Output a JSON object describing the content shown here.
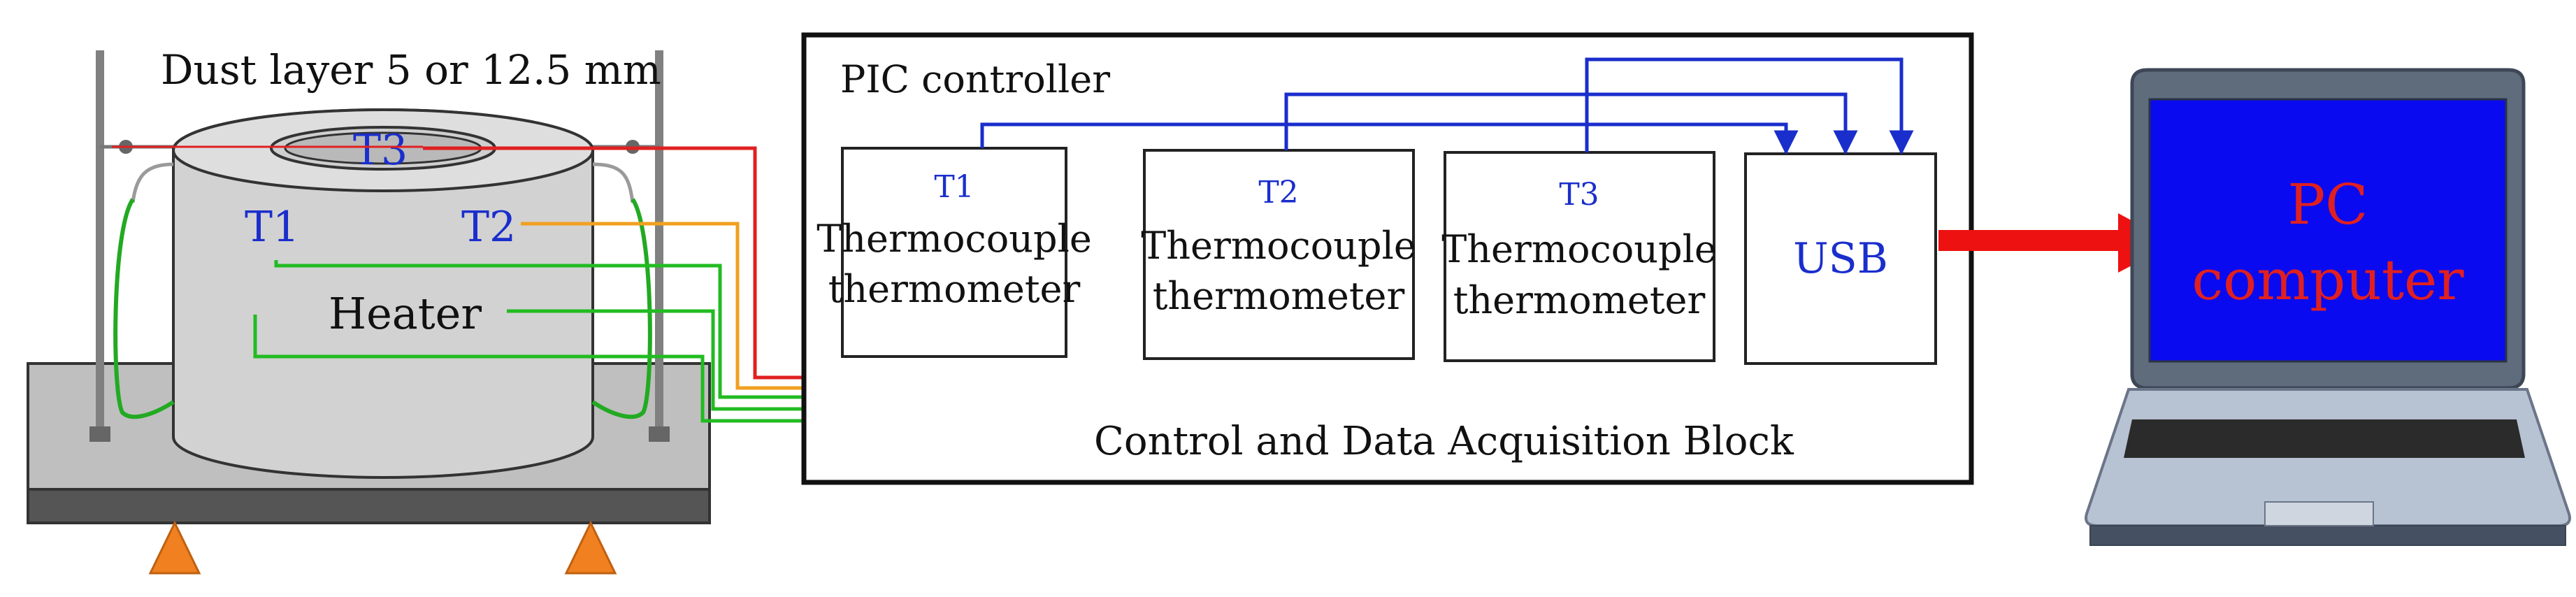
{
  "rig": {
    "dust_layer_label": "Dust layer 5 or 12.5 mm",
    "heater_label": "Heater",
    "t1_label": "T1",
    "t2_label": "T2",
    "t3_label": "T3"
  },
  "daq": {
    "pic_label": "PIC controller",
    "block_label": "Control and Data Acquisition Block",
    "usb_label": "USB",
    "modules": [
      {
        "sensor": "T1",
        "line1": "Thermocouple",
        "line2": "thermometer"
      },
      {
        "sensor": "T2",
        "line1": "Thermocouple",
        "line2": "thermometer"
      },
      {
        "sensor": "T3",
        "line1": "Thermocouple",
        "line2": "thermometer"
      }
    ]
  },
  "pc": {
    "line1": "PC",
    "line2": "computer"
  },
  "colors": {
    "t1_wire": "#22bb22",
    "t2_wire": "#f0a020",
    "t3_wire": "#e02020",
    "signal_bus": "#1a2ecc",
    "sensor_text": "#1a2ecc",
    "pc_text": "#e02020",
    "screen": "#0a0af0",
    "feet": "#f08020"
  }
}
